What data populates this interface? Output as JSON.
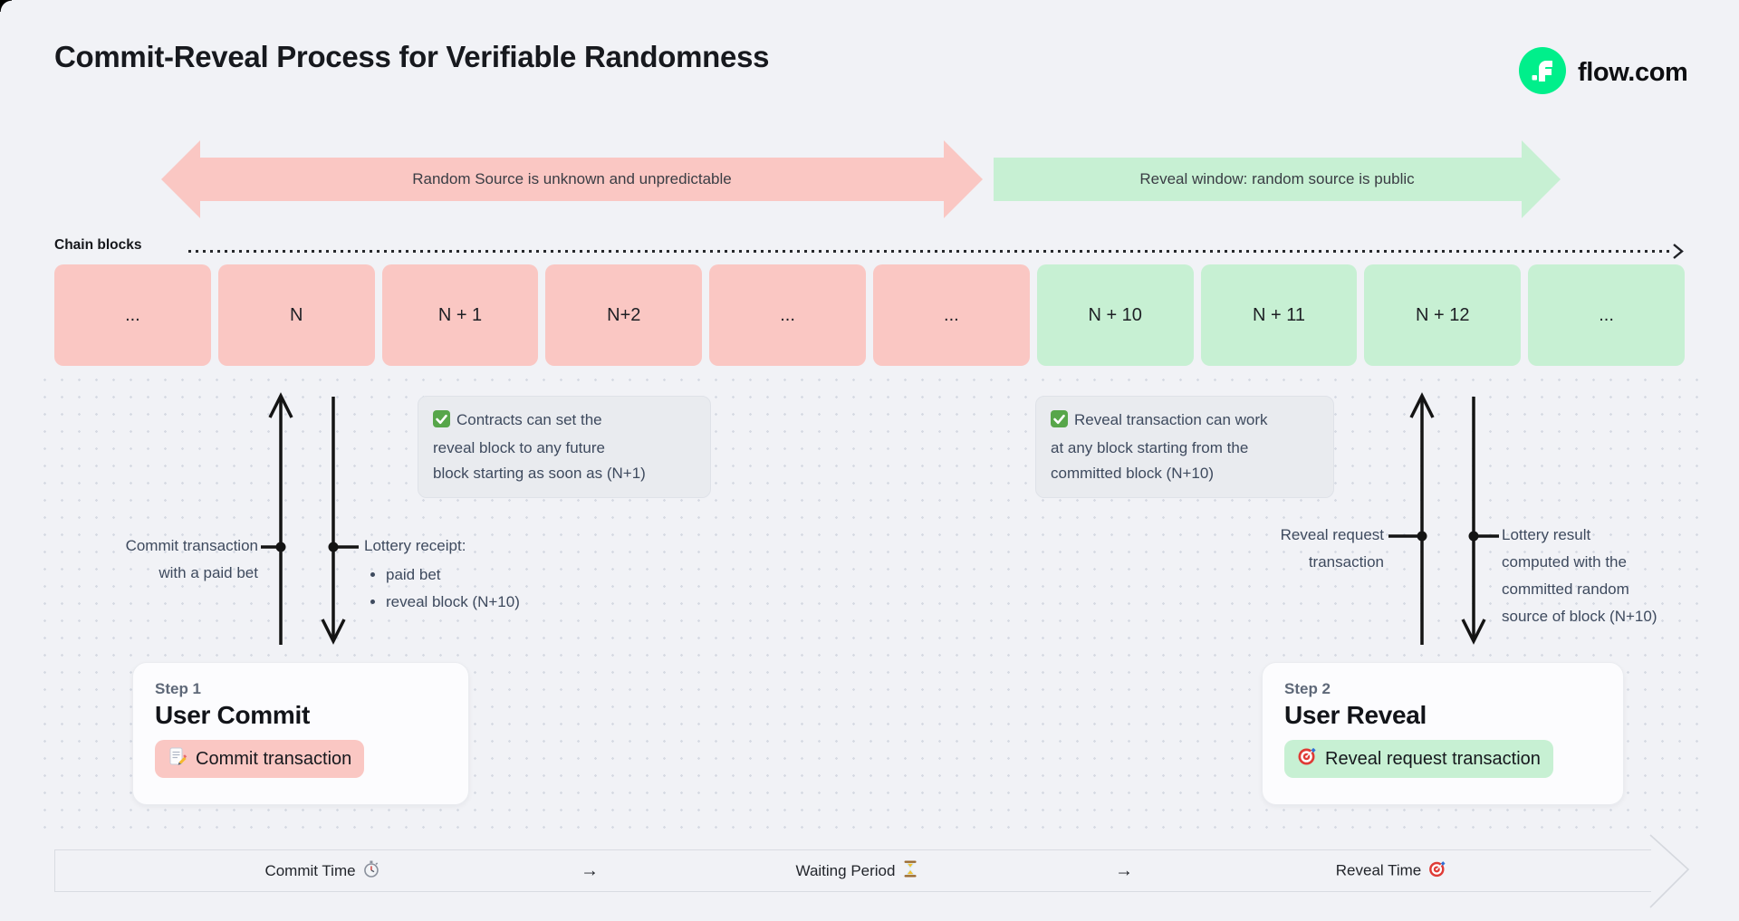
{
  "header": {
    "title": "Commit-Reveal Process for Verifiable Randomness",
    "brand": {
      "name": "flow.com",
      "color": "#00EF8B"
    }
  },
  "phase_banners": {
    "commit": {
      "label": "Random Source is unknown and unpredictable",
      "color": "#FAC7C3"
    },
    "reveal": {
      "label": "Reveal window: random source is public",
      "color": "#C7F0D3"
    }
  },
  "chain": {
    "axis_label": "Chain blocks",
    "blocks": [
      {
        "label": "...",
        "phase": "commit"
      },
      {
        "label": "N",
        "phase": "commit"
      },
      {
        "label": "N + 1",
        "phase": "commit"
      },
      {
        "label": "N+2",
        "phase": "commit"
      },
      {
        "label": "...",
        "phase": "commit"
      },
      {
        "label": "...",
        "phase": "commit"
      },
      {
        "label": "N + 10",
        "phase": "reveal"
      },
      {
        "label": "N + 11",
        "phase": "reveal"
      },
      {
        "label": "N + 12",
        "phase": "reveal"
      },
      {
        "label": "...",
        "phase": "reveal"
      }
    ]
  },
  "notes": {
    "commit": {
      "lines": [
        "Contracts can set the",
        "reveal block to any future",
        "block starting as soon as (N+1)"
      ]
    },
    "reveal": {
      "lines": [
        "Reveal transaction can work",
        "at any block starting from the",
        "committed block (N+10)"
      ]
    }
  },
  "annotations": {
    "commit_tx": {
      "line1": "Commit transaction",
      "line2": "with a paid bet"
    },
    "lottery_receipt": {
      "title": "Lottery receipt:",
      "items": [
        "paid bet",
        "reveal block (N+10)"
      ]
    },
    "reveal_tx": {
      "line1": "Reveal request",
      "line2": "transaction"
    },
    "lottery_result": {
      "lines": [
        "Lottery result",
        "computed with the",
        "committed random",
        "source of block (N+10)"
      ]
    }
  },
  "steps": {
    "commit": {
      "eyebrow": "Step 1",
      "title": "User Commit",
      "badge": "Commit transaction"
    },
    "reveal": {
      "eyebrow": "Step 2",
      "title": "User Reveal",
      "badge": "Reveal request transaction"
    }
  },
  "timeline": {
    "stages": [
      {
        "label": "Commit Time"
      },
      {
        "label": "Waiting Period"
      },
      {
        "label": "Reveal Time"
      }
    ],
    "separator": "→"
  }
}
